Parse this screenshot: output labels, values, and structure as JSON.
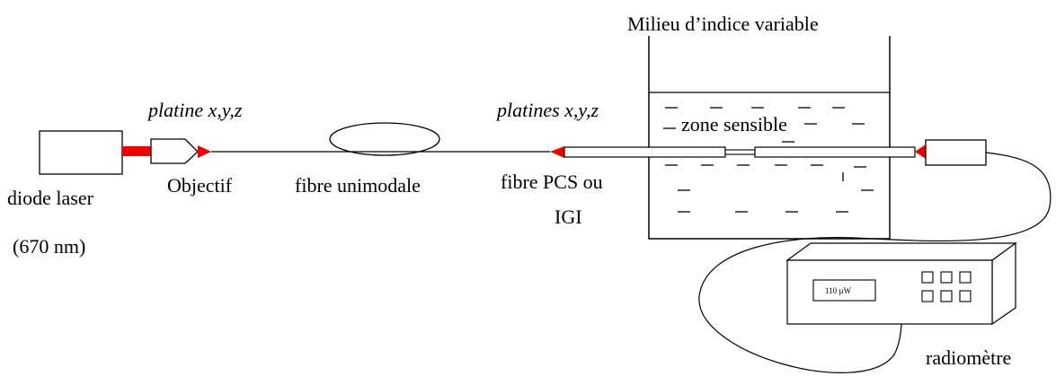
{
  "diagram": {
    "title": "Milieu d’indice variable",
    "labels": {
      "diode_line1": "diode laser",
      "diode_line2": "(670 nm)",
      "stage_1": "platine x,y,z",
      "objective": "Objectif",
      "fibre_single": "fibre unimodale",
      "stages_2": "platines x,y,z",
      "fibre_pcs_line1": "fibre PCS ou",
      "fibre_pcs_line2": "IGI",
      "sensitive_zone": "zone sensible",
      "radiometer": "radiomètre",
      "meter_reading": "110 µW"
    },
    "colors": {
      "laser_red": "#ee0000",
      "line": "#000000",
      "background": "#ffffff"
    }
  }
}
